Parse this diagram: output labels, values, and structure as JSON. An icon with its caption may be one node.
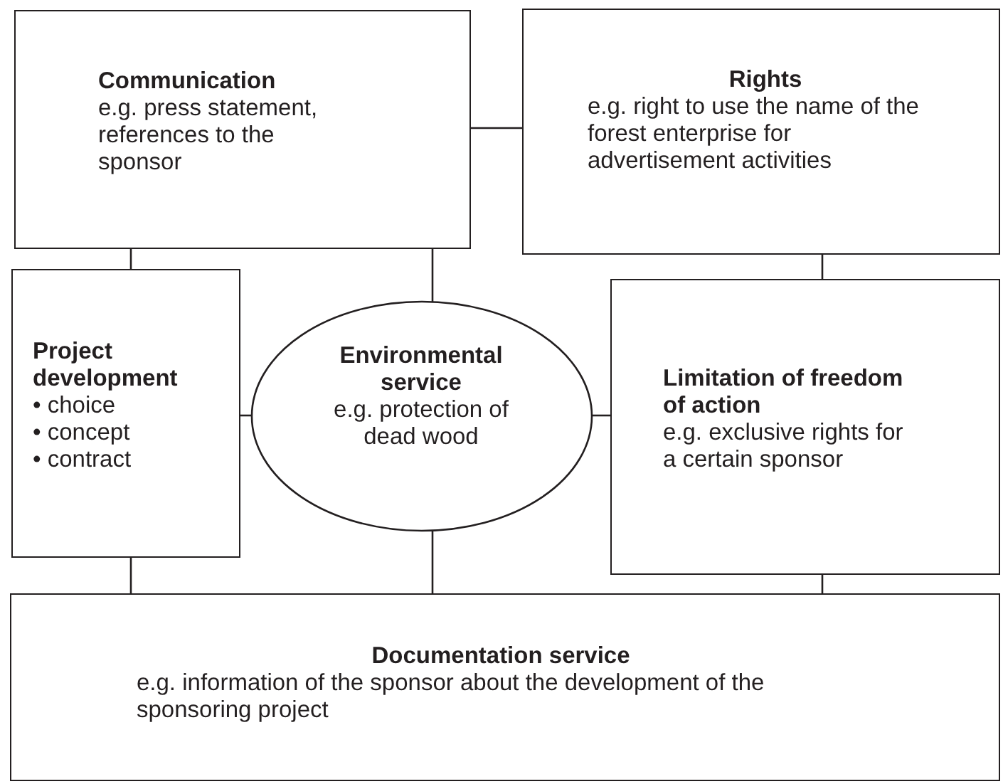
{
  "diagram": {
    "nodes": [
      {
        "text": [
          "Communication",
          "e.g. press statement, references to the sponsor"
        ]
      },
      {
        "text": [
          "Rights",
          "e.g. right to use the name of the forest enterprise for advertisement activities"
        ]
      },
      {
        "text": [
          "Project development",
          "• choice",
          "• concept",
          "• contract"
        ]
      },
      {
        "text": [
          "Environmental service",
          "e.g. protection of dead wood"
        ]
      },
      {
        "text": [
          "Limitation of freedom of action",
          "e.g. exclusive rights for a certain sponsor"
        ]
      },
      {
        "text": [
          "Documentation service",
          "e.g. information of the sponsor about the development of the sponsoring project"
        ]
      }
    ],
    "edges": [
      {
        "from": 0,
        "to": 1,
        "arrow": "none"
      },
      {
        "from": 0,
        "to": 2,
        "arrow": "none"
      },
      {
        "from": 0,
        "to": 3,
        "arrow": "none"
      },
      {
        "from": 1,
        "to": 4,
        "arrow": "none"
      },
      {
        "from": 2,
        "to": 3,
        "arrow": "none"
      },
      {
        "from": 3,
        "to": 4,
        "arrow": "none"
      },
      {
        "from": 2,
        "to": 5,
        "arrow": "none"
      },
      {
        "from": 3,
        "to": 5,
        "arrow": "none"
      },
      {
        "from": 4,
        "to": 5,
        "arrow": "none"
      }
    ]
  }
}
